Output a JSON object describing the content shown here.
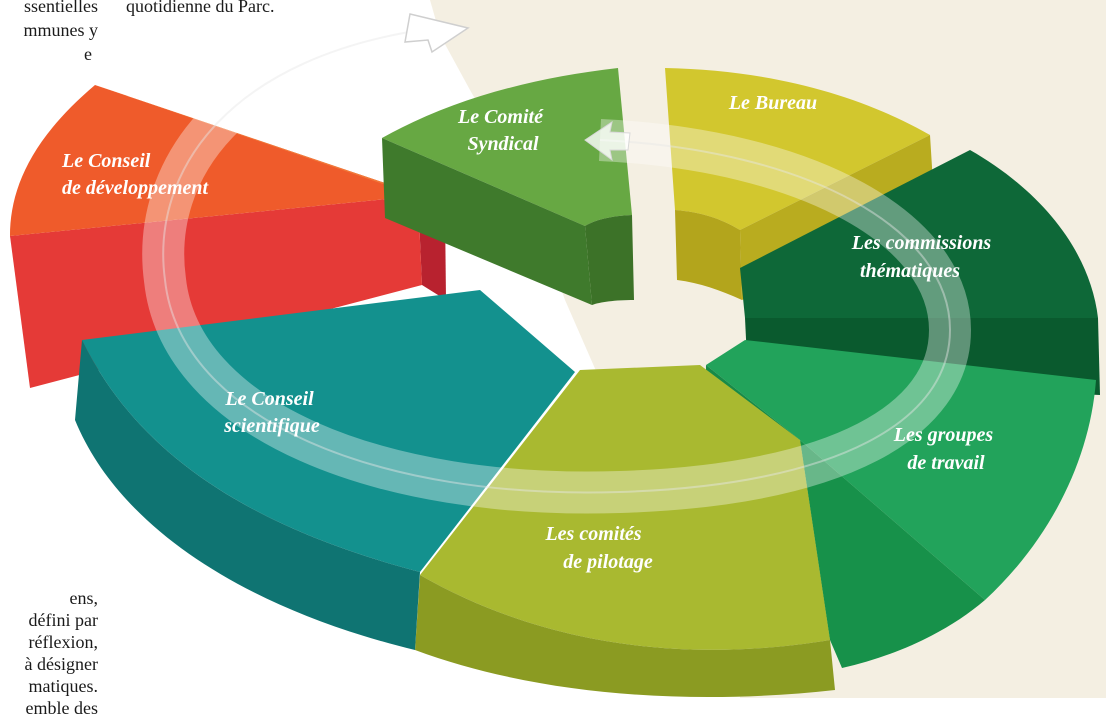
{
  "text_fragments": {
    "top_left": [
      "ssentielles",
      "mmunes y",
      "e"
    ],
    "top_center": "quotidienne du Parc.",
    "bottom_left": [
      "ens,",
      "défini par",
      "réflexion,",
      "à désigner",
      "matiques.",
      "emble des"
    ]
  },
  "segments": {
    "comite_syndical": [
      "Le Comité",
      "Syndical"
    ],
    "bureau": [
      "Le Bureau"
    ],
    "commissions": [
      "Les commissions",
      "thématiques"
    ],
    "groupes": [
      "Les groupes",
      "de travail"
    ],
    "comites_pilotage": [
      "Les comités",
      "de pilotage"
    ],
    "conseil_scientifique": [
      "Le Conseil",
      "scientifique"
    ],
    "conseil_developpement": [
      "Le Conseil",
      "de développement"
    ]
  },
  "colors": {
    "paper_background": "#f4efe2",
    "comite_syndical": "#5f9e3d",
    "bureau": "#c9c22a",
    "commissions": "#0d6637",
    "groupes": "#20a05a",
    "comites_pilotage": "#a8b72e",
    "conseil_scientifique": "#128f8c",
    "conseil_developpement": "#ec5a2c"
  }
}
